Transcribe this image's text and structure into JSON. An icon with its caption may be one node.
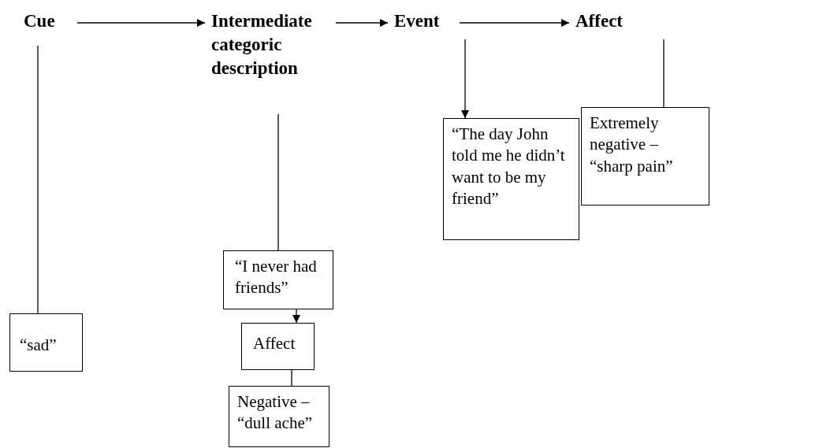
{
  "diagram": {
    "nodes": [
      {
        "text": [
          "Cue"
        ]
      },
      {
        "text": [
          "Intermediate categoric description"
        ]
      },
      {
        "text": [
          "Event"
        ]
      },
      {
        "text": [
          "Affect"
        ]
      },
      {
        "text": [
          "“sad”"
        ]
      },
      {
        "text": [
          "“I never had friends”"
        ]
      },
      {
        "text": [
          "“The day John told me he didn’t want to be my friend”"
        ]
      },
      {
        "text": [
          "Extremely negative – “sharp pain”"
        ]
      },
      {
        "text": [
          "Affect"
        ]
      },
      {
        "text": [
          "Negative – “dull ache”"
        ]
      }
    ],
    "edges": [
      {
        "from": 0,
        "to": 1,
        "arrow": "to"
      },
      {
        "from": 1,
        "to": 2,
        "arrow": "to"
      },
      {
        "from": 2,
        "to": 3,
        "arrow": "to"
      },
      {
        "from": 0,
        "to": 4,
        "arrow": "none"
      },
      {
        "from": 1,
        "to": 5,
        "arrow": "none"
      },
      {
        "from": 2,
        "to": 6,
        "arrow": "to"
      },
      {
        "from": 3,
        "to": 7,
        "arrow": "none"
      },
      {
        "from": 5,
        "to": 8,
        "arrow": "to"
      },
      {
        "from": 8,
        "to": 9,
        "arrow": "none"
      }
    ]
  }
}
